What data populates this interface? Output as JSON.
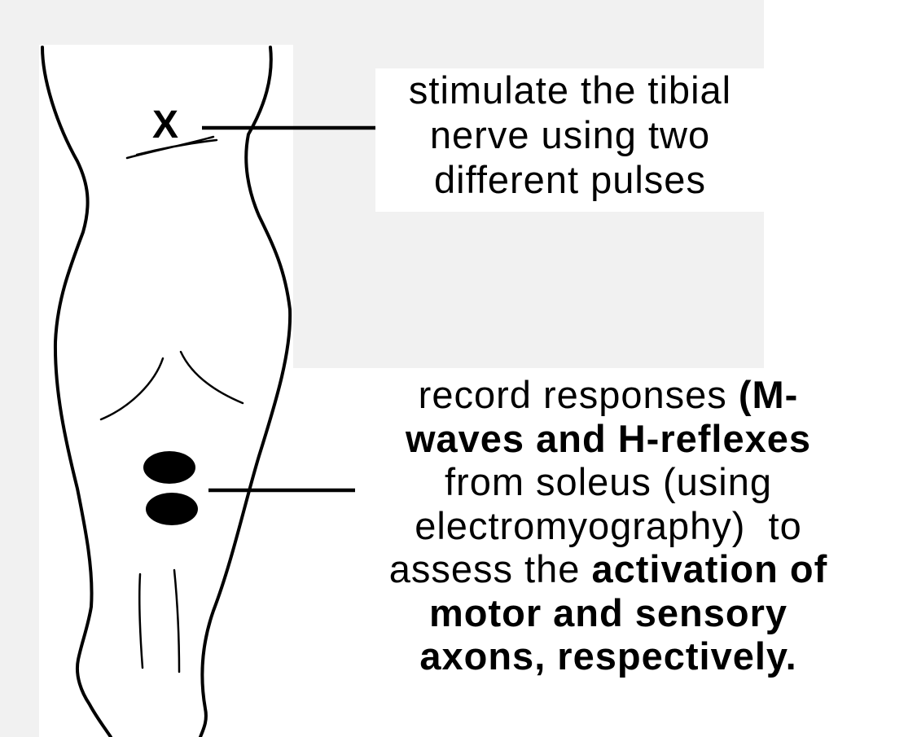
{
  "colors": {
    "panel_gray": "#f1f1f1",
    "leg_fill": "#ffffff",
    "ink": "#000000"
  },
  "stimulation": {
    "marker": "X",
    "lines": [
      "stimulate the tibial",
      "nerve using two",
      "different pulses"
    ]
  },
  "recording": {
    "line1_plain": "record responses ",
    "line1_bold": "(M-",
    "line2_bold": "waves and H-reflexes",
    "line3": "from soleus (using",
    "line4": "electromyography)  to",
    "line5_plain": "assess the ",
    "line5_bold": "activation of",
    "line6_bold": "motor and sensory",
    "line7_bold": "axons, respectively."
  },
  "electrodes": {
    "count": 2,
    "icon": "recording-electrode"
  }
}
